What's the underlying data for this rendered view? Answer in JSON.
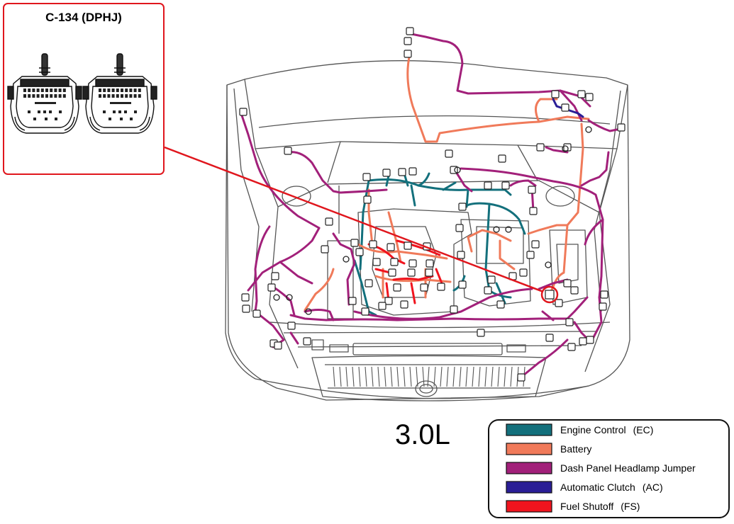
{
  "callout": {
    "title": "C-134 (DPHJ)"
  },
  "engine_label": "3.0L",
  "colors": {
    "callout_border": "#e0161d",
    "leader": "#e0161d",
    "outline": "#555555"
  },
  "legend": {
    "items": [
      {
        "label": "Engine Control",
        "code": "(EC)",
        "color": "#13707c"
      },
      {
        "label": "Battery",
        "code": "",
        "color": "#f07a5a"
      },
      {
        "label": "Dash Panel Headlamp Jumper",
        "code": "",
        "color": "#a2207a"
      },
      {
        "label": "Automatic Clutch",
        "code": "(AC)",
        "color": "#2a1e96"
      },
      {
        "label": "Fuel Shutoff",
        "code": "(FS)",
        "color": "#f0141e"
      }
    ]
  }
}
